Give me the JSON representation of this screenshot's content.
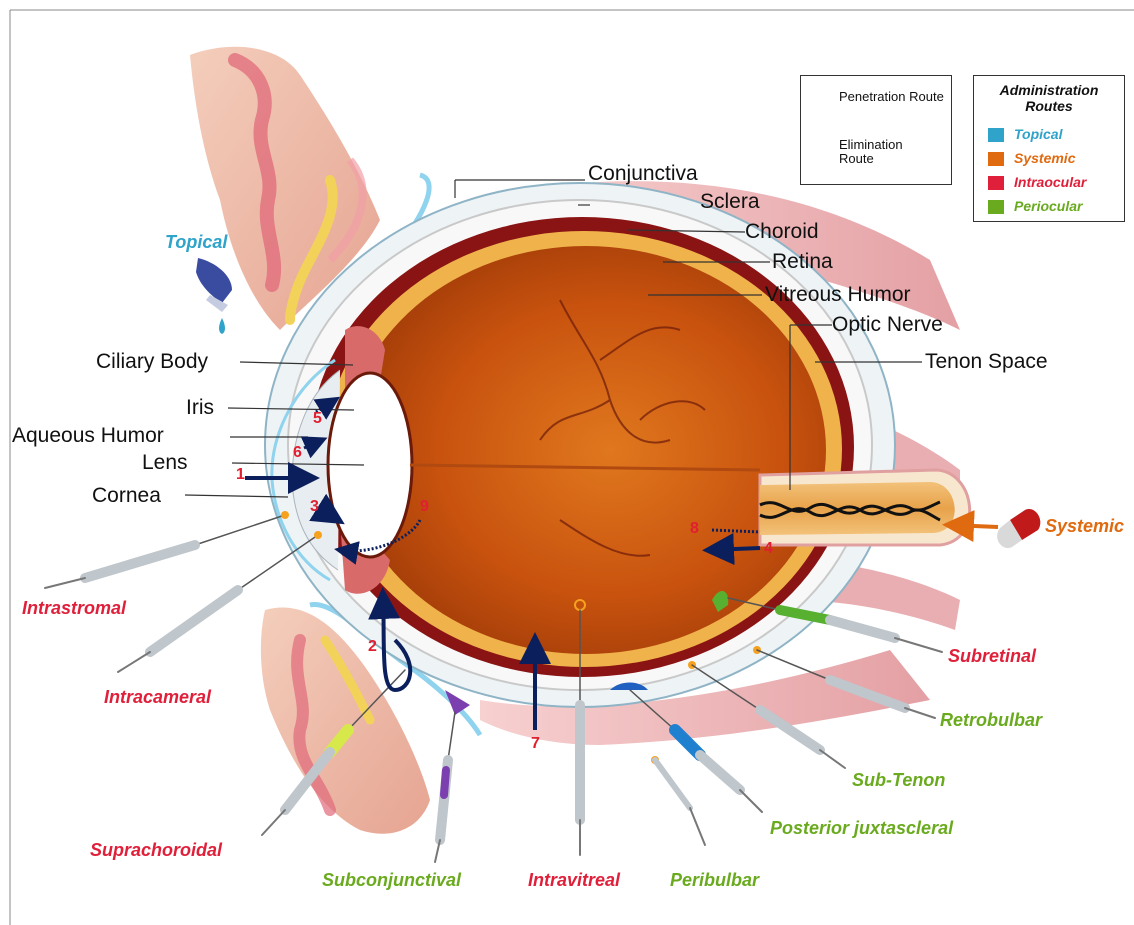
{
  "colors": {
    "topical": "#2fa3c9",
    "systemic": "#e06a10",
    "intraocular": "#e0203a",
    "periocular": "#6aaa1f",
    "penetration_arrow": "#0b1f5c",
    "number": "#e02030"
  },
  "anatomy_labels": {
    "conjunctiva": "Conjunctiva",
    "sclera": "Sclera",
    "choroid": "Choroid",
    "retina": "Retina",
    "vitreous_humor": "Vitreous Humor",
    "optic_nerve": "Optic Nerve",
    "tenon_space": "Tenon Space",
    "ciliary_body": "Ciliary Body",
    "iris": "Iris",
    "aqueous_humor": "Aqueous Humor",
    "lens": "Lens",
    "cornea": "Cornea"
  },
  "routes": {
    "topical": "Topical",
    "systemic": "Systemic",
    "intrastromal": "Intrastromal",
    "intracameral": "Intracameral",
    "suprachoroidal": "Suprachoroidal",
    "subconjunctival": "Subconjunctival",
    "intravitreal": "Intravitreal",
    "peribulbar": "Peribulbar",
    "posterior_juxtascleral": "Posterior juxtascleral",
    "sub_tenon": "Sub-Tenon",
    "retrobulbar": "Retrobulbar",
    "subretinal": "Subretinal"
  },
  "pathway_numbers": [
    "1",
    "2",
    "3",
    "4",
    "5",
    "6",
    "7",
    "8",
    "9"
  ],
  "legend_arrows": {
    "penetration": "Penetration Route",
    "elimination": "Elimination Route"
  },
  "legend_routes": {
    "title": "Administration Routes",
    "items": [
      {
        "label": "Topical",
        "color": "#2fa3c9"
      },
      {
        "label": "Systemic",
        "color": "#e06a10"
      },
      {
        "label": "Intraocular",
        "color": "#e0203a"
      },
      {
        "label": "Periocular",
        "color": "#6aaa1f"
      }
    ]
  }
}
